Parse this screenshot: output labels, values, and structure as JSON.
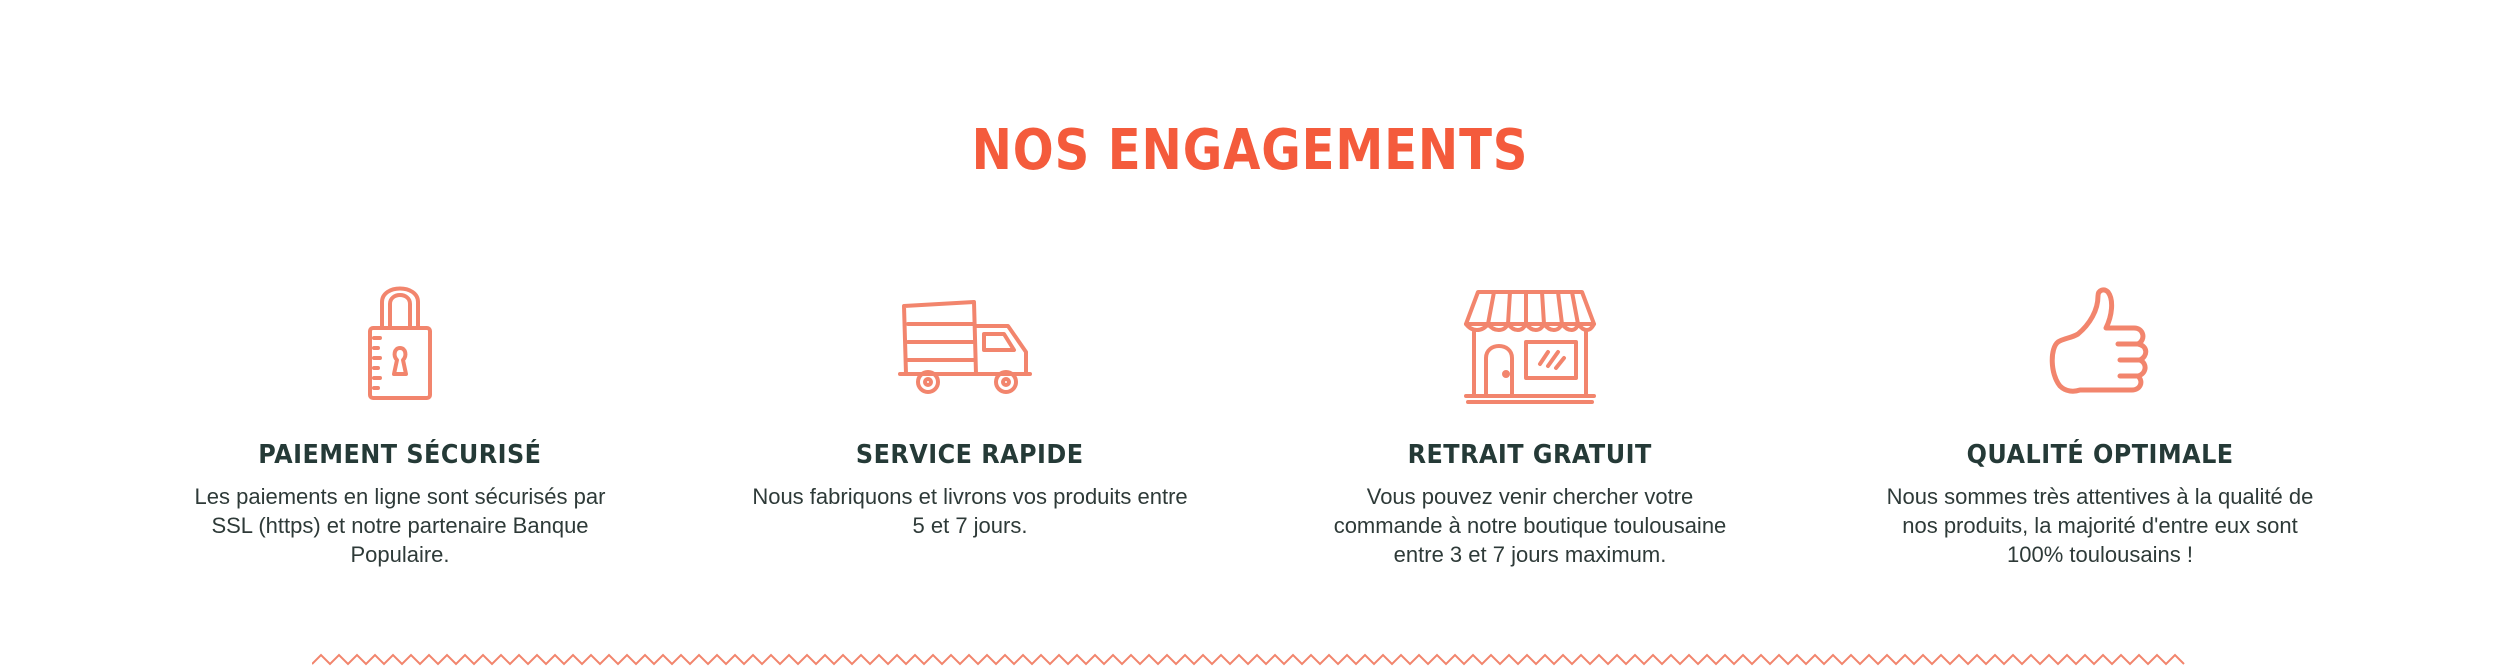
{
  "section": {
    "title": "NOS ENGAGEMENTS",
    "accent_color": "#f45b3c",
    "icon_color": "#f2856d",
    "text_color": "#253a37"
  },
  "features": [
    {
      "icon": "padlock-icon",
      "title": "PAIEMENT SÉCURISÉ",
      "description": "Les paiements en ligne sont sécurisés par SSL (https) et notre partenaire Banque Populaire."
    },
    {
      "icon": "truck-icon",
      "title": "SERVICE RAPIDE",
      "description": "Nous fabriquons et livrons vos produits entre 5 et 7 jours."
    },
    {
      "icon": "store-icon",
      "title": "RETRAIT GRATUIT",
      "description": "Vous pouvez venir chercher votre commande à notre boutique toulousaine entre 3 et 7 jours maximum."
    },
    {
      "icon": "thumbs-up-icon",
      "title": "QUALITÉ OPTIMALE",
      "description": "Nous sommes très attentives à la qualité de nos produits, la majorité d'entre eux sont 100% toulousains !"
    }
  ]
}
